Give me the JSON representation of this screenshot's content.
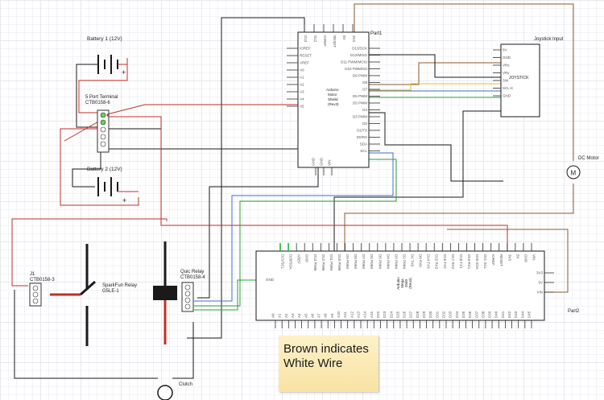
{
  "battery1": {
    "label": "Battery 1 (12V)",
    "plus": "+"
  },
  "battery2": {
    "label": "Battery 2 (12V)",
    "plus": "+"
  },
  "terminal5": {
    "name": "5 Port Terminal",
    "part": "CTB0158-6"
  },
  "j1": {
    "name": "J1",
    "part": "CTB0158-3"
  },
  "relay": {
    "name": "SparkFun Relay",
    "part": "G5LE-1"
  },
  "quic_relay": {
    "name": "Quic Relay",
    "part": "CTB0158-4"
  },
  "clutch": {
    "label": "Clutch"
  },
  "shield": {
    "part_label": "Part1",
    "title_lines": [
      "Arduino",
      "Motor",
      "Shield",
      "(Rev3)"
    ],
    "top_pins": [
      "D13",
      "D12",
      "IOREF",
      "RESET",
      "5V",
      "3V3"
    ],
    "left_pins": [
      "IOREF",
      "RESET",
      "AREF",
      "A0",
      "A1",
      "A2",
      "A3",
      "A4",
      "A5"
    ],
    "right_pins": [
      "D13/SCK",
      "D12/MISO",
      "D11 PWM/MOSI",
      "D10 PWM/SS",
      "D9 PWM",
      "D8",
      "D7",
      "D6 PWM",
      "D5 PWM",
      "D4",
      "D3 PWM",
      "D2",
      "D1/TX",
      "D0/RX",
      "SDA",
      "SCL"
    ],
    "bottom_pins": [
      "GND",
      "GND",
      "VIN"
    ]
  },
  "joystick": {
    "title": "Joystick Input",
    "inner": "JOYSTICK",
    "pins": [
      "5V",
      "GND",
      "VRx",
      "VRy",
      "SW",
      "SCL-K",
      "GND"
    ]
  },
  "motor": {
    "label": "DC Motor",
    "symbol": "M"
  },
  "mega": {
    "part_label": "Part2",
    "title_lines": [
      "Arduino",
      "Mega",
      "2560",
      "(Rev3)"
    ],
    "left_pin": "GND",
    "right_pins": [
      "3V3",
      "5V",
      "VIN"
    ],
    "top_pins": [
      "D21/SCL",
      "D20/SDA",
      "AREF",
      "GND",
      "D13 PWM",
      "D12 PWM",
      "D11 PWM",
      "D10 PWM",
      "D9 PWM",
      "D8 PWM",
      "D7 PWM",
      "D6 PWM",
      "D5 PWM",
      "D4 PWM",
      "D3 PWM",
      "D2 PWM",
      "D1 TX0",
      "D0 RX0",
      "D14 TX3",
      "D15 RX3",
      "D16 TX2",
      "D17 RX2",
      "D18 TX1",
      "D19 RX1",
      "D20 SDA",
      "D21 SCL",
      "IOREF",
      "RESET",
      "3V3",
      "5V",
      "GND",
      "VIN"
    ],
    "bottom_pins": [
      "A0",
      "A1",
      "A2",
      "A3",
      "A4",
      "A5",
      "A6",
      "A7",
      "A8",
      "A9",
      "A10",
      "A11",
      "A12",
      "A13",
      "A14",
      "A15",
      "D22",
      "D23",
      "D24",
      "D25",
      "D26",
      "D27",
      "D28",
      "D29",
      "D30",
      "D31",
      "D32",
      "D33",
      "D34",
      "D35",
      "D36",
      "D37",
      "D38",
      "D39",
      "D40",
      "D41",
      "D42",
      "D43",
      "D44",
      "D45"
    ]
  },
  "note": {
    "line1": "Brown indicates",
    "line2": "White Wire"
  },
  "colors": {
    "red": "#c0302a",
    "black": "#1a1a1a",
    "brown": "#8b5a2b",
    "blue": "#3c6fd0",
    "green": "#2e9e3a",
    "yellow": "#e6c21a",
    "pin_green": "#27b532",
    "terminal_green": "#5cd65c"
  }
}
